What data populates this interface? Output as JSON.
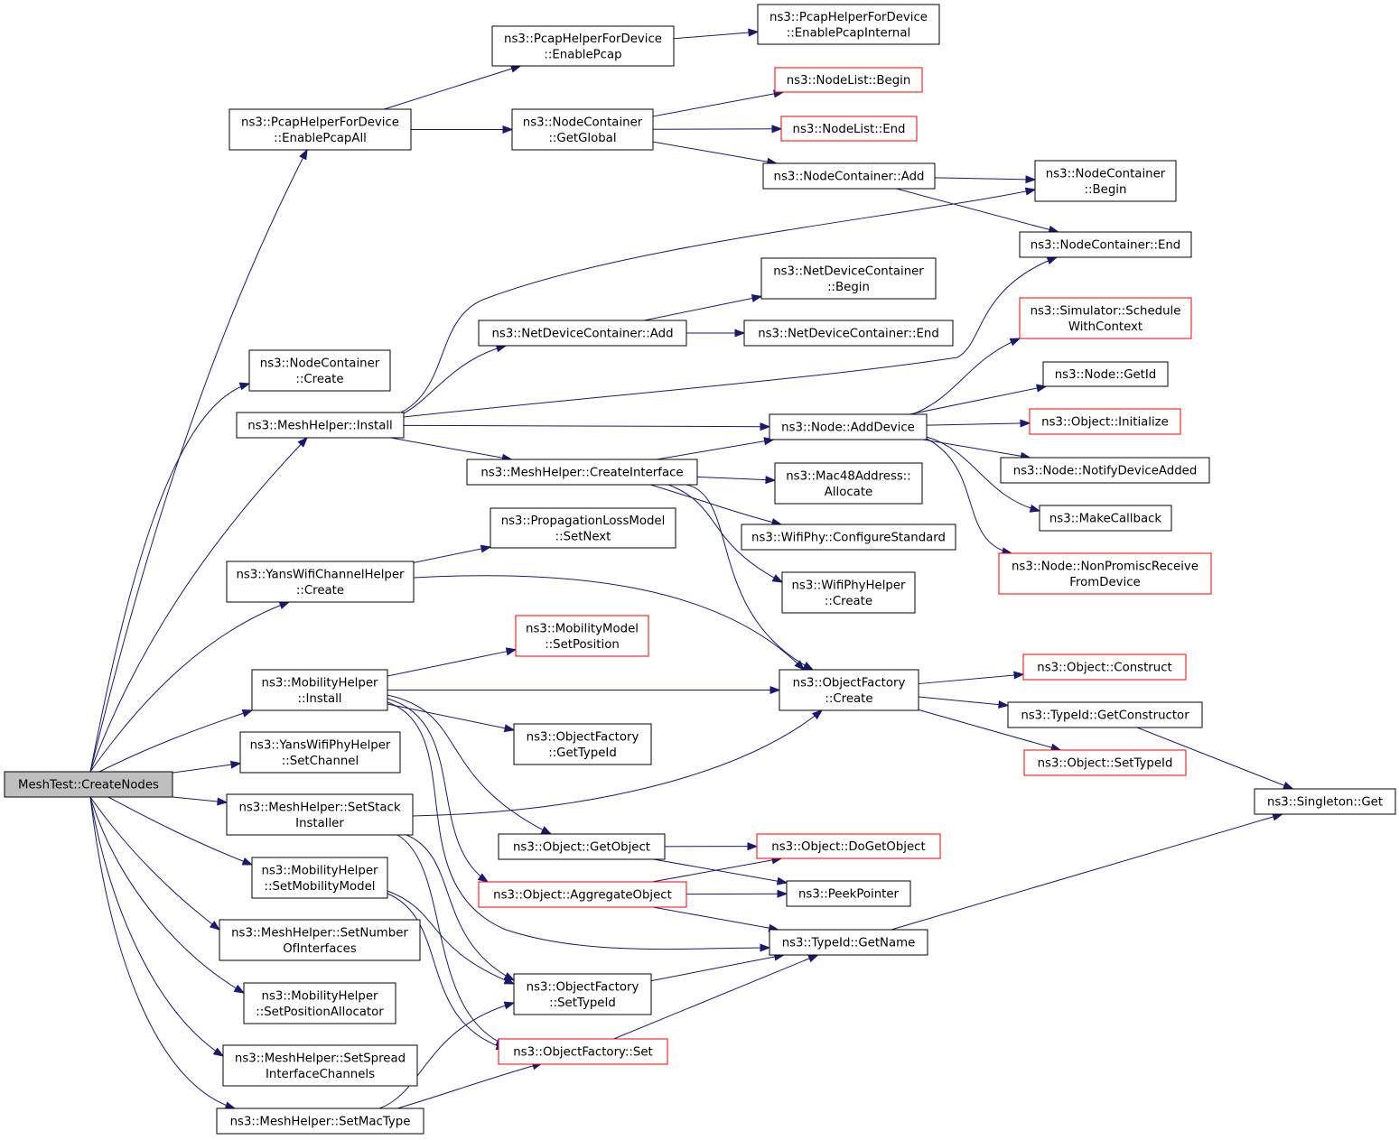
{
  "colors": {
    "edge": "#191970",
    "documented_border": "#000000",
    "undocumented_border": "#ff0000",
    "root_fill": "#bfbfbf"
  },
  "nodes": [
    {
      "id": "root",
      "lines": [
        "MeshTest::CreateNodes"
      ],
      "style": "root"
    },
    {
      "id": "pcapall",
      "lines": [
        "ns3::PcapHelperForDevice",
        "::EnablePcapAll"
      ]
    },
    {
      "id": "pcap",
      "lines": [
        "ns3::PcapHelperForDevice",
        "::EnablePcap"
      ]
    },
    {
      "id": "pcapint",
      "lines": [
        "ns3::PcapHelperForDevice",
        "::EnablePcapInternal"
      ]
    },
    {
      "id": "nlbegin",
      "lines": [
        "ns3::NodeList::Begin"
      ],
      "style": "undoc"
    },
    {
      "id": "nlend",
      "lines": [
        "ns3::NodeList::End"
      ],
      "style": "undoc"
    },
    {
      "id": "ncglobal",
      "lines": [
        "ns3::NodeContainer",
        "::GetGlobal"
      ]
    },
    {
      "id": "ncadd",
      "lines": [
        "ns3::NodeContainer::Add"
      ]
    },
    {
      "id": "ncbegin",
      "lines": [
        "ns3::NodeContainer",
        "::Begin"
      ]
    },
    {
      "id": "ncend",
      "lines": [
        "ns3::NodeContainer::End"
      ]
    },
    {
      "id": "nccreate",
      "lines": [
        "ns3::NodeContainer",
        "::Create"
      ]
    },
    {
      "id": "ndcbegin",
      "lines": [
        "ns3::NetDeviceContainer",
        "::Begin"
      ]
    },
    {
      "id": "ndcadd",
      "lines": [
        "ns3::NetDeviceContainer::Add"
      ]
    },
    {
      "id": "ndcend",
      "lines": [
        "ns3::NetDeviceContainer::End"
      ]
    },
    {
      "id": "schedule",
      "lines": [
        "ns3::Simulator::Schedule",
        "WithContext"
      ],
      "style": "undoc"
    },
    {
      "id": "getid",
      "lines": [
        "ns3::Node::GetId"
      ]
    },
    {
      "id": "meshinstall",
      "lines": [
        "ns3::MeshHelper::Install"
      ]
    },
    {
      "id": "adddevice",
      "lines": [
        "ns3::Node::AddDevice"
      ]
    },
    {
      "id": "initialize",
      "lines": [
        "ns3::Object::Initialize"
      ],
      "style": "undoc"
    },
    {
      "id": "notify",
      "lines": [
        "ns3::Node::NotifyDeviceAdded"
      ]
    },
    {
      "id": "createif",
      "lines": [
        "ns3::MeshHelper::CreateInterface"
      ]
    },
    {
      "id": "mac48",
      "lines": [
        "ns3::Mac48Address::",
        "Allocate"
      ]
    },
    {
      "id": "makecb",
      "lines": [
        "ns3::MakeCallback"
      ]
    },
    {
      "id": "configstd",
      "lines": [
        "ns3::WifiPhy::ConfigureStandard"
      ]
    },
    {
      "id": "nonpromisc",
      "lines": [
        "ns3::Node::NonPromiscReceive",
        "FromDevice"
      ],
      "style": "undoc"
    },
    {
      "id": "plmnext",
      "lines": [
        "ns3::PropagationLossModel",
        "::SetNext"
      ]
    },
    {
      "id": "yanschan",
      "lines": [
        "ns3::YansWifiChannelHelper",
        "::Create"
      ]
    },
    {
      "id": "wifiphycreate",
      "lines": [
        "ns3::WifiPhyHelper",
        "::Create"
      ]
    },
    {
      "id": "mmsetpos",
      "lines": [
        "ns3::MobilityModel",
        "::SetPosition"
      ],
      "style": "undoc"
    },
    {
      "id": "mobinstall",
      "lines": [
        "ns3::MobilityHelper",
        "::Install"
      ]
    },
    {
      "id": "ofcreate",
      "lines": [
        "ns3::ObjectFactory",
        "::Create"
      ]
    },
    {
      "id": "construct",
      "lines": [
        "ns3::Object::Construct"
      ],
      "style": "undoc"
    },
    {
      "id": "getctor",
      "lines": [
        "ns3::TypeId::GetConstructor"
      ]
    },
    {
      "id": "ofgettypeid",
      "lines": [
        "ns3::ObjectFactory",
        "::GetTypeId"
      ]
    },
    {
      "id": "yansphy",
      "lines": [
        "ns3::YansWifiPhyHelper",
        "::SetChannel"
      ]
    },
    {
      "id": "settypeid",
      "lines": [
        "ns3::Object::SetTypeId"
      ],
      "style": "undoc"
    },
    {
      "id": "singleton",
      "lines": [
        "ns3::Singleton::Get"
      ]
    },
    {
      "id": "setstack",
      "lines": [
        "ns3::MeshHelper::SetStack",
        "Installer"
      ]
    },
    {
      "id": "getobject",
      "lines": [
        "ns3::Object::GetObject"
      ]
    },
    {
      "id": "dogetobject",
      "lines": [
        "ns3::Object::DoGetObject"
      ],
      "style": "undoc"
    },
    {
      "id": "setmob",
      "lines": [
        "ns3::MobilityHelper",
        "::SetMobilityModel"
      ]
    },
    {
      "id": "aggregate",
      "lines": [
        "ns3::Object::AggregateObject"
      ],
      "style": "undoc"
    },
    {
      "id": "peek",
      "lines": [
        "ns3::PeekPointer"
      ]
    },
    {
      "id": "setnumif",
      "lines": [
        "ns3::MeshHelper::SetNumber",
        "OfInterfaces"
      ]
    },
    {
      "id": "getname",
      "lines": [
        "ns3::TypeId::GetName"
      ]
    },
    {
      "id": "setposalloc",
      "lines": [
        "ns3::MobilityHelper",
        "::SetPositionAllocator"
      ]
    },
    {
      "id": "ofsettypeid",
      "lines": [
        "ns3::ObjectFactory",
        "::SetTypeId"
      ]
    },
    {
      "id": "setspread",
      "lines": [
        "ns3::MeshHelper::SetSpread",
        "InterfaceChannels"
      ]
    },
    {
      "id": "ofset",
      "lines": [
        "ns3::ObjectFactory::Set"
      ],
      "style": "undoc"
    },
    {
      "id": "setmac",
      "lines": [
        "ns3::MeshHelper::SetMacType"
      ]
    }
  ],
  "edges": [
    [
      "root",
      "pcapall"
    ],
    [
      "root",
      "nccreate"
    ],
    [
      "root",
      "meshinstall"
    ],
    [
      "root",
      "yanschan"
    ],
    [
      "root",
      "mobinstall"
    ],
    [
      "root",
      "yansphy"
    ],
    [
      "root",
      "setstack"
    ],
    [
      "root",
      "setmob"
    ],
    [
      "root",
      "setnumif"
    ],
    [
      "root",
      "setposalloc"
    ],
    [
      "root",
      "setspread"
    ],
    [
      "root",
      "setmac"
    ],
    [
      "pcapall",
      "pcap"
    ],
    [
      "pcapall",
      "ncglobal"
    ],
    [
      "pcap",
      "pcapint"
    ],
    [
      "ncglobal",
      "nlbegin"
    ],
    [
      "ncglobal",
      "nlend"
    ],
    [
      "ncglobal",
      "ncadd"
    ],
    [
      "ncadd",
      "ncbegin"
    ],
    [
      "ncadd",
      "ncend"
    ],
    [
      "meshinstall",
      "ncbegin"
    ],
    [
      "meshinstall",
      "ndcadd"
    ],
    [
      "meshinstall",
      "ncend"
    ],
    [
      "meshinstall",
      "adddevice"
    ],
    [
      "meshinstall",
      "createif"
    ],
    [
      "ndcadd",
      "ndcbegin"
    ],
    [
      "ndcadd",
      "ndcend"
    ],
    [
      "adddevice",
      "schedule"
    ],
    [
      "adddevice",
      "getid"
    ],
    [
      "adddevice",
      "initialize"
    ],
    [
      "adddevice",
      "notify"
    ],
    [
      "adddevice",
      "makecb"
    ],
    [
      "adddevice",
      "nonpromisc"
    ],
    [
      "createif",
      "adddevice"
    ],
    [
      "createif",
      "mac48"
    ],
    [
      "createif",
      "configstd"
    ],
    [
      "createif",
      "wifiphycreate"
    ],
    [
      "createif",
      "ofcreate"
    ],
    [
      "yanschan",
      "plmnext"
    ],
    [
      "yanschan",
      "ofcreate"
    ],
    [
      "mobinstall",
      "mmsetpos"
    ],
    [
      "mobinstall",
      "ofcreate"
    ],
    [
      "mobinstall",
      "ofgettypeid"
    ],
    [
      "mobinstall",
      "getobject"
    ],
    [
      "mobinstall",
      "aggregate"
    ],
    [
      "mobinstall",
      "getname"
    ],
    [
      "ofcreate",
      "construct"
    ],
    [
      "ofcreate",
      "getctor"
    ],
    [
      "ofcreate",
      "settypeid"
    ],
    [
      "getctor",
      "singleton"
    ],
    [
      "setstack",
      "ofcreate"
    ],
    [
      "setstack",
      "ofsettypeid"
    ],
    [
      "setstack",
      "ofset"
    ],
    [
      "getobject",
      "dogetobject"
    ],
    [
      "getobject",
      "peek"
    ],
    [
      "aggregate",
      "dogetobject"
    ],
    [
      "aggregate",
      "peek"
    ],
    [
      "aggregate",
      "getname"
    ],
    [
      "setmob",
      "ofsettypeid"
    ],
    [
      "setmob",
      "ofset"
    ],
    [
      "getname",
      "singleton"
    ],
    [
      "ofsettypeid",
      "getname"
    ],
    [
      "ofset",
      "getname"
    ],
    [
      "setmac",
      "ofsettypeid"
    ],
    [
      "setmac",
      "ofset"
    ]
  ]
}
